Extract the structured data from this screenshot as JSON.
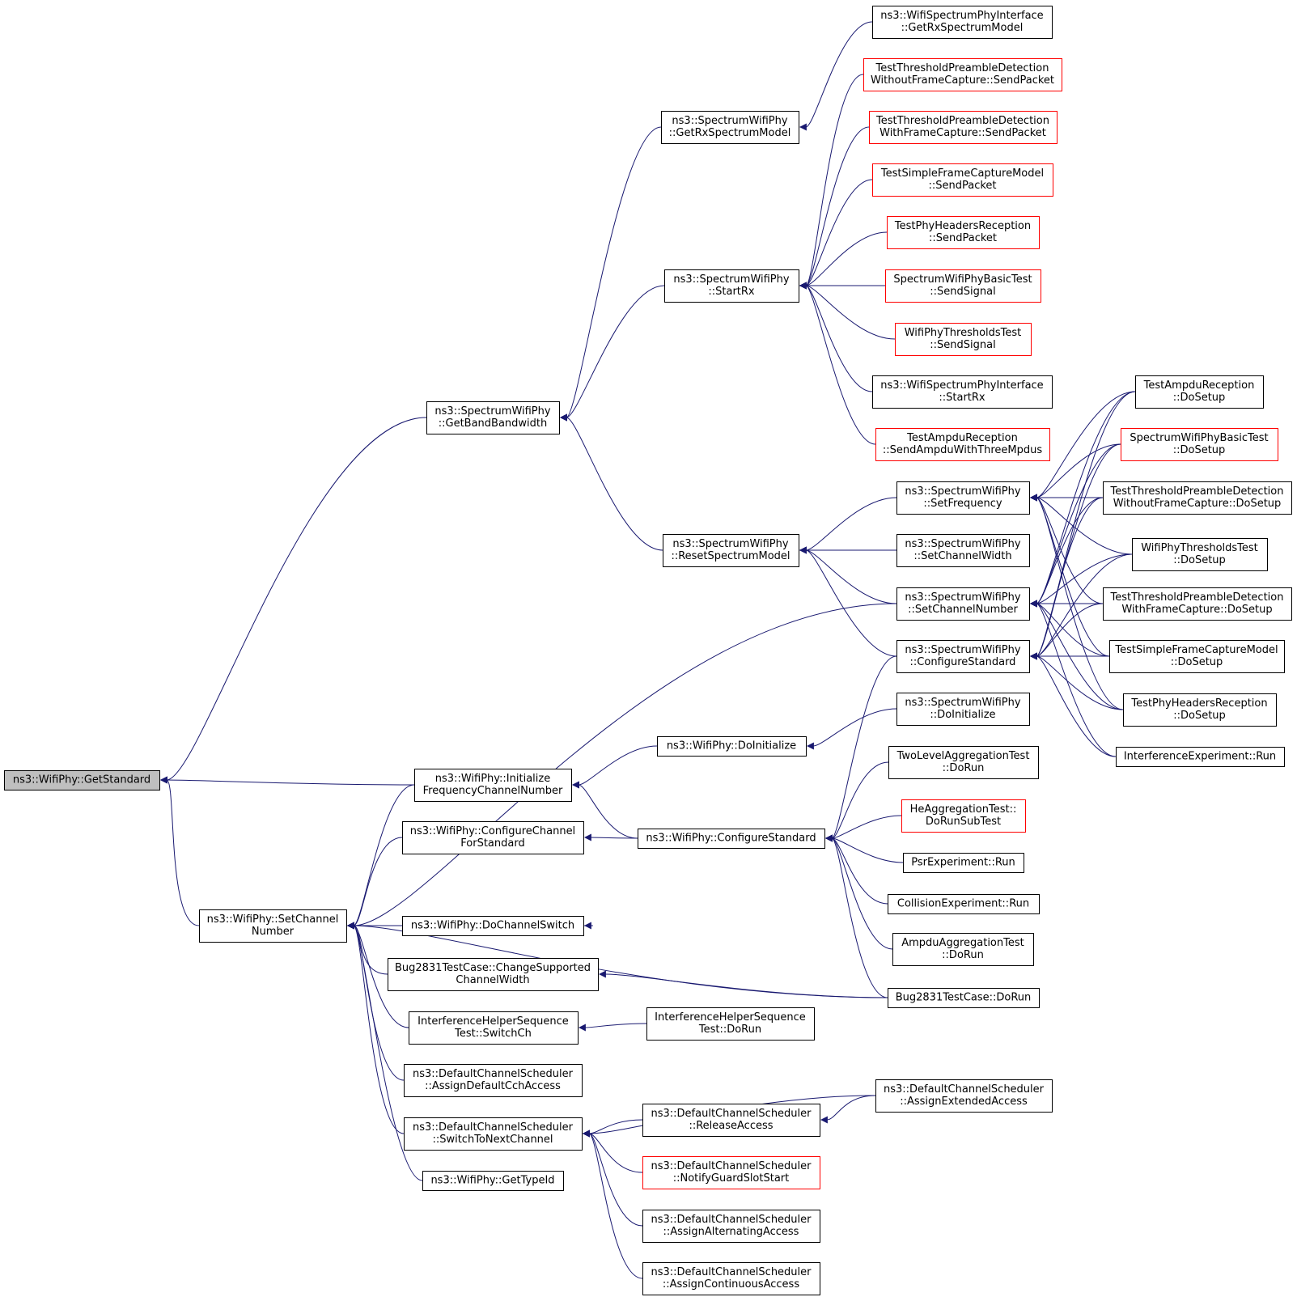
{
  "colors": {
    "edge": "#191970",
    "node_border_normal": "#000000",
    "node_border_truncated": "#ff0000",
    "node_fill": "#ffffff",
    "node_fill_focus": "#bfbfbf",
    "text": "#000000"
  },
  "nodes": {
    "n1": {
      "lines": [
        "ns3::WifiPhy::GetStandard"
      ]
    },
    "n2": {
      "lines": [
        "ns3::SpectrumWifiPhy",
        "::GetBandBandwidth"
      ]
    },
    "n3": {
      "lines": [
        "ns3::WifiPhy::Initialize",
        "FrequencyChannelNumber"
      ]
    },
    "n4": {
      "lines": [
        "ns3::WifiPhy::SetChannel",
        "Number"
      ]
    },
    "n5": {
      "lines": [
        "ns3::WifiSpectrumPhyInterface",
        "::GetRxSpectrumModel"
      ]
    },
    "n6": {
      "lines": [
        "ns3::SpectrumWifiPhy",
        "::GetRxSpectrumModel"
      ]
    },
    "n7": {
      "lines": [
        "TestThresholdPreambleDetection",
        "WithoutFrameCapture::SendPacket"
      ]
    },
    "n8": {
      "lines": [
        "TestThresholdPreambleDetection",
        "WithFrameCapture::SendPacket"
      ]
    },
    "n9": {
      "lines": [
        "TestSimpleFrameCaptureModel",
        "::SendPacket"
      ]
    },
    "n10": {
      "lines": [
        "TestPhyHeadersReception",
        "::SendPacket"
      ]
    },
    "n11": {
      "lines": [
        "ns3::SpectrumWifiPhy",
        "::StartRx"
      ]
    },
    "n12": {
      "lines": [
        "SpectrumWifiPhyBasicTest",
        "::SendSignal"
      ]
    },
    "n13": {
      "lines": [
        "WifiPhyThresholdsTest",
        "::SendSignal"
      ]
    },
    "n14": {
      "lines": [
        "ns3::WifiSpectrumPhyInterface",
        "::StartRx"
      ]
    },
    "n15": {
      "lines": [
        "TestAmpduReception",
        "::SendAmpduWithThreeMpdus"
      ]
    },
    "n16": {
      "lines": [
        "TestAmpduReception",
        "::DoSetup"
      ]
    },
    "n17": {
      "lines": [
        "SpectrumWifiPhyBasicTest",
        "::DoSetup"
      ]
    },
    "n18": {
      "lines": [
        "ns3::SpectrumWifiPhy",
        "::SetFrequency"
      ]
    },
    "n19": {
      "lines": [
        "TestThresholdPreambleDetection",
        "WithoutFrameCapture::DoSetup"
      ]
    },
    "n20": {
      "lines": [
        "ns3::SpectrumWifiPhy",
        "::ResetSpectrumModel"
      ]
    },
    "n21": {
      "lines": [
        "ns3::SpectrumWifiPhy",
        "::SetChannelWidth"
      ]
    },
    "n22": {
      "lines": [
        "WifiPhyThresholdsTest",
        "::DoSetup"
      ]
    },
    "n23": {
      "lines": [
        "ns3::SpectrumWifiPhy",
        "::SetChannelNumber"
      ]
    },
    "n24": {
      "lines": [
        "TestThresholdPreambleDetection",
        "WithFrameCapture::DoSetup"
      ]
    },
    "n25": {
      "lines": [
        "ns3::SpectrumWifiPhy",
        "::ConfigureStandard"
      ]
    },
    "n26": {
      "lines": [
        "TestSimpleFrameCaptureModel",
        "::DoSetup"
      ]
    },
    "n27": {
      "lines": [
        "ns3::SpectrumWifiPhy",
        "::DoInitialize"
      ]
    },
    "n28": {
      "lines": [
        "TestPhyHeadersReception",
        "::DoSetup"
      ]
    },
    "n29": {
      "lines": [
        "ns3::WifiPhy::DoInitialize"
      ]
    },
    "n30": {
      "lines": [
        "InterferenceExperiment::Run"
      ]
    },
    "n31": {
      "lines": [
        "TwoLevelAggregationTest",
        "::DoRun"
      ]
    },
    "n32": {
      "lines": [
        "HeAggregationTest::",
        "DoRunSubTest"
      ]
    },
    "n33": {
      "lines": [
        "ns3::WifiPhy::ConfigureChannel",
        "ForStandard"
      ]
    },
    "n34": {
      "lines": [
        "ns3::WifiPhy::ConfigureStandard"
      ]
    },
    "n35": {
      "lines": [
        "PsrExperiment::Run"
      ]
    },
    "n36": {
      "lines": [
        "CollisionExperiment::Run"
      ]
    },
    "n37": {
      "lines": [
        "ns3::WifiPhy::DoChannelSwitch"
      ]
    },
    "n38": {
      "lines": [
        "AmpduAggregationTest",
        "::DoRun"
      ]
    },
    "n39": {
      "lines": [
        "Bug2831TestCase::ChangeSupported",
        "ChannelWidth"
      ]
    },
    "n40": {
      "lines": [
        "Bug2831TestCase::DoRun"
      ]
    },
    "n41": {
      "lines": [
        "InterferenceHelperSequence",
        "Test::SwitchCh"
      ]
    },
    "n42": {
      "lines": [
        "InterferenceHelperSequence",
        "Test::DoRun"
      ]
    },
    "n43": {
      "lines": [
        "ns3::DefaultChannelScheduler",
        "::AssignDefaultCchAccess"
      ]
    },
    "n44": {
      "lines": [
        "ns3::DefaultChannelScheduler",
        "::AssignExtendedAccess"
      ]
    },
    "n45": {
      "lines": [
        "ns3::DefaultChannelScheduler",
        "::SwitchToNextChannel"
      ]
    },
    "n46": {
      "lines": [
        "ns3::DefaultChannelScheduler",
        "::ReleaseAccess"
      ]
    },
    "n47": {
      "lines": [
        "ns3::DefaultChannelScheduler",
        "::NotifyGuardSlotStart"
      ]
    },
    "n48": {
      "lines": [
        "ns3::WifiPhy::GetTypeId"
      ]
    },
    "n49": {
      "lines": [
        "ns3::DefaultChannelScheduler",
        "::AssignAlternatingAccess"
      ]
    },
    "n50": {
      "lines": [
        "ns3::DefaultChannelScheduler",
        "::AssignContinuousAccess"
      ]
    }
  },
  "edges": [
    [
      "n2",
      "n1"
    ],
    [
      "n3",
      "n1"
    ],
    [
      "n4",
      "n1"
    ],
    [
      "n6",
      "n2"
    ],
    [
      "n11",
      "n2"
    ],
    [
      "n20",
      "n2"
    ],
    [
      "n29",
      "n3"
    ],
    [
      "n34",
      "n3"
    ],
    [
      "n23",
      "n4"
    ],
    [
      "n3",
      "n4"
    ],
    [
      "n33",
      "n4"
    ],
    [
      "n37",
      "n4"
    ],
    [
      "n40",
      "n4"
    ],
    [
      "n39",
      "n4"
    ],
    [
      "n41",
      "n4"
    ],
    [
      "n43",
      "n4"
    ],
    [
      "n45",
      "n4"
    ],
    [
      "n48",
      "n4"
    ],
    [
      "n5",
      "n6"
    ],
    [
      "n7",
      "n11"
    ],
    [
      "n8",
      "n11"
    ],
    [
      "n9",
      "n11"
    ],
    [
      "n10",
      "n11"
    ],
    [
      "n12",
      "n11"
    ],
    [
      "n13",
      "n11"
    ],
    [
      "n14",
      "n11"
    ],
    [
      "n15",
      "n11"
    ],
    [
      "n18",
      "n20"
    ],
    [
      "n21",
      "n20"
    ],
    [
      "n23",
      "n20"
    ],
    [
      "n25",
      "n20"
    ],
    [
      "n16",
      "n18"
    ],
    [
      "n17",
      "n18"
    ],
    [
      "n19",
      "n18"
    ],
    [
      "n22",
      "n18"
    ],
    [
      "n24",
      "n18"
    ],
    [
      "n26",
      "n18"
    ],
    [
      "n28",
      "n18"
    ],
    [
      "n16",
      "n23"
    ],
    [
      "n17",
      "n23"
    ],
    [
      "n19",
      "n23"
    ],
    [
      "n22",
      "n23"
    ],
    [
      "n24",
      "n23"
    ],
    [
      "n26",
      "n23"
    ],
    [
      "n28",
      "n23"
    ],
    [
      "n30",
      "n23"
    ],
    [
      "n16",
      "n25"
    ],
    [
      "n17",
      "n25"
    ],
    [
      "n19",
      "n25"
    ],
    [
      "n22",
      "n25"
    ],
    [
      "n24",
      "n25"
    ],
    [
      "n26",
      "n25"
    ],
    [
      "n28",
      "n25"
    ],
    [
      "n30",
      "n25"
    ],
    [
      "n27",
      "n29"
    ],
    [
      "n25",
      "n34"
    ],
    [
      "n31",
      "n34"
    ],
    [
      "n32",
      "n34"
    ],
    [
      "n35",
      "n34"
    ],
    [
      "n36",
      "n34"
    ],
    [
      "n38",
      "n34"
    ],
    [
      "n40",
      "n34"
    ],
    [
      "n34",
      "n33"
    ],
    [
      "n4",
      "n37"
    ],
    [
      "n40",
      "n39"
    ],
    [
      "n42",
      "n41"
    ],
    [
      "n44",
      "n45"
    ],
    [
      "n46",
      "n45"
    ],
    [
      "n47",
      "n45"
    ],
    [
      "n49",
      "n45"
    ],
    [
      "n50",
      "n45"
    ],
    [
      "n44",
      "n46"
    ]
  ]
}
